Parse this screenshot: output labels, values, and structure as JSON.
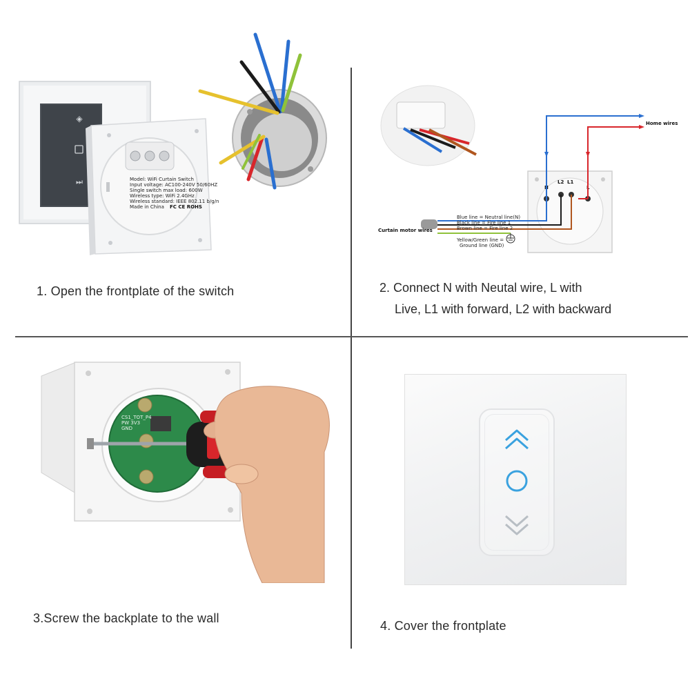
{
  "steps": [
    {
      "caption": "1. Open the frontplate of the switch"
    },
    {
      "caption_line1": "2. Connect N with Neutal wire, L with",
      "caption_line2": "Live, L1 with forward, L2 with backward"
    },
    {
      "caption": "3.Screw the backplate to the wall"
    },
    {
      "caption": "4. Cover the frontplate"
    }
  ],
  "label_block": {
    "line1": "Model: WiFi Curtain Switch",
    "line2": "Input voltage: AC100-240V 50/60HZ",
    "line3": "Single switch max load: 600W",
    "line4": "Wireless type: WiFi 2.4GHz",
    "line5": "Wireless standard: IEEE 802.11 b/g/n",
    "line6": "Made in China",
    "line7": "FC CE ROHS"
  },
  "wiring": {
    "home_wires": "Home wires",
    "curtain_motor_wires": "Curtain motor wires",
    "terminals": [
      "N",
      "L2",
      "L1",
      "L"
    ],
    "blue_line": "Blue line = Neutral line(N)",
    "black_line": "Black line = Fire line 1",
    "brown_line": "Brown line = Fire line 2",
    "yellow_green_line": "Yellow/Green line =",
    "ground_line": "Ground line (GND)"
  },
  "pcb_text": {
    "line1": "CS1_TOT_P4",
    "line2": "PW 3V3",
    "line3": "GND"
  },
  "colors": {
    "neutral_blue": "#2a6fd0",
    "live_red": "#d8262b",
    "brown": "#b0561f",
    "black": "#1b1b1b",
    "yellow_green": "#8fc23a",
    "touch_blue": "#3aa2df",
    "touch_grey": "#b8bec4",
    "divider": "#444444"
  },
  "icons": [
    "up-chevron-icon",
    "circle-stop-icon",
    "down-chevron-icon",
    "ground-symbol-icon"
  ]
}
